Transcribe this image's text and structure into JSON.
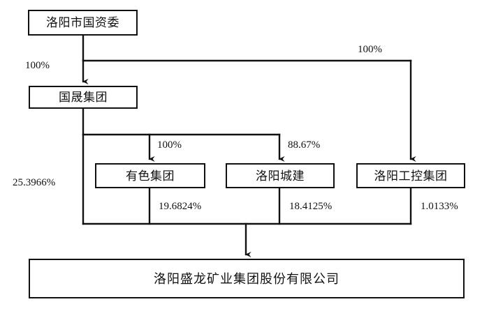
{
  "diagram": {
    "type": "ownership-structure-chart",
    "background_color": "#ffffff",
    "line_color": "#111111",
    "box_border_color": "#111111"
  },
  "nodes": {
    "sasac": {
      "label": "洛阳市国资委"
    },
    "guosheng": {
      "label": "国晟集团"
    },
    "nonferrous": {
      "label": "有色集团"
    },
    "chengjian": {
      "label": "洛阳城建"
    },
    "gongkong": {
      "label": "洛阳工控集团"
    },
    "company": {
      "label": "洛阳盛龙矿业集团股份有限公司"
    }
  },
  "edges": {
    "sasac_to_guosheng": {
      "label": "100%"
    },
    "sasac_to_gongkong": {
      "label": "100%"
    },
    "guosheng_to_nonferrous": {
      "label": "100%"
    },
    "guosheng_to_chengjian": {
      "label": "88.67%"
    },
    "guosheng_to_company": {
      "label": "25.3966%"
    },
    "nonferrous_to_company": {
      "label": "19.6824%"
    },
    "chengjian_to_company": {
      "label": "18.4125%"
    },
    "gongkong_to_company": {
      "label": "1.0133%"
    }
  }
}
